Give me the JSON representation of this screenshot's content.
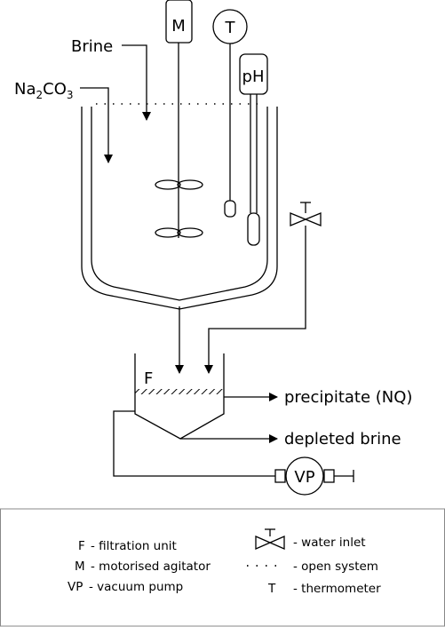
{
  "labels": {
    "motor": "M",
    "thermometer": "T",
    "ph": "pH",
    "brine": "Brine",
    "na2co3_base": "Na",
    "na2co3_sub": "2",
    "na2co3_rest": "CO",
    "na2co3_sub2": "3",
    "filter": "F",
    "precipitate": "precipitate (NQ)",
    "depleted": "depleted brine",
    "vacuum_pump": "VP"
  },
  "legend": {
    "items": [
      {
        "symbol": "F",
        "text": "- filtration unit"
      },
      {
        "symbol": "M",
        "text": "- motorised agitator"
      },
      {
        "symbol": "VP",
        "text": "- vacuum pump"
      },
      {
        "symbol": "valve-icon",
        "text": "- water inlet"
      },
      {
        "symbol": "dotted-line",
        "text": "- open system"
      },
      {
        "symbol": "T",
        "text": "- thermometer"
      }
    ]
  }
}
